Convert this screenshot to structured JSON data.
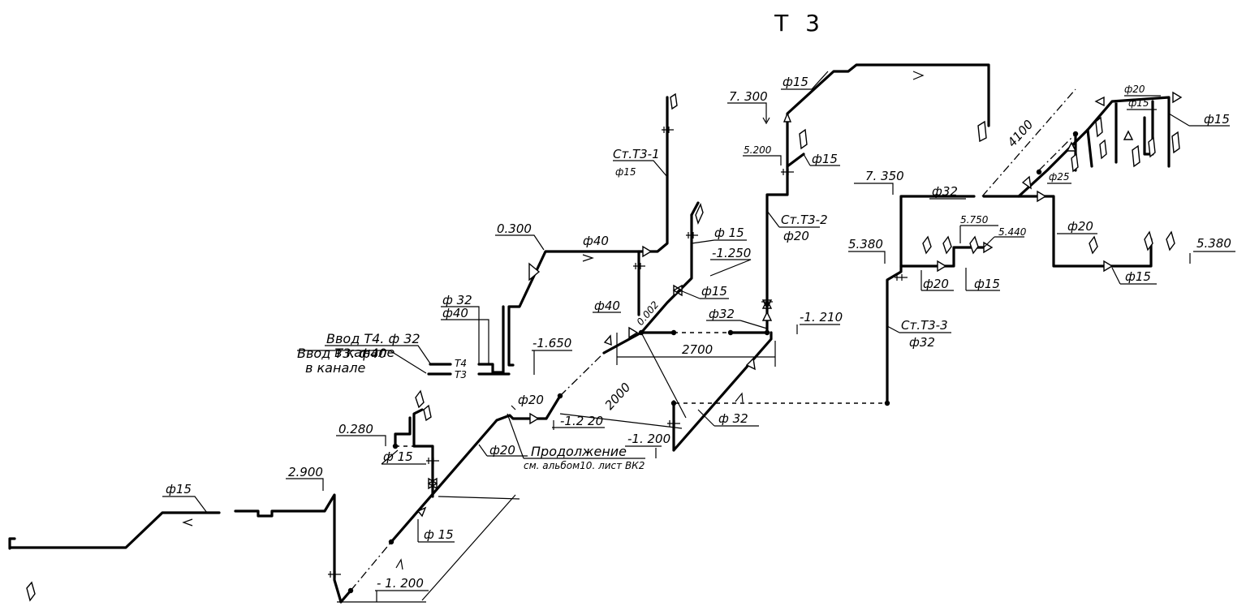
{
  "title": "Т 3",
  "labels": {
    "elev_7_300": "7. 300",
    "d15_top": "ф15",
    "elev_5_200": "5.200",
    "d15_r1": "ф15",
    "st_t3_1": "Ст.Т3-1",
    "d15_st1": "ф15",
    "st_t3_2": "Ст.Т3-2",
    "d20_st2": "ф20",
    "elev_7_350": "7. 350",
    "d32_top": "ф32",
    "dim_4100": "4100",
    "d20_ur": "ф20",
    "d15_ur": "ф15",
    "d15_far": "ф15",
    "d25_ur": "ф25",
    "d20_mid_r": "ф20",
    "elev_5_750": "5.750",
    "elev_5_440": "5.440",
    "elev_5_380_l": "5.380",
    "elev_5_380_r": "5.380",
    "d20_low_r": "ф20",
    "d15_low_r": "ф15",
    "d15_far_low": "ф15",
    "st_t3_3": "Ст.Т3-3",
    "d32_st3": "ф32",
    "elev_0_300": "0.300",
    "d40_top": "ф40",
    "d15_mid": "ф 15",
    "elev_m1_250": "-1.250",
    "d15_valve": "ф15",
    "d40_mid": "ф40",
    "slope_0_002": "0.002",
    "d32_mid": "ф32",
    "elev_m1_210": "-1. 210",
    "dim_2700": "2700",
    "vvod_t4": "Ввод Т4. ф 32",
    "v_kanale_1": "в канале",
    "vvod_t3": "Ввод Т3. ф40",
    "v_kanale_2": "в канале",
    "d32_ent": "ф 32",
    "d40_ent": "ф40",
    "t4_tag": "Т4",
    "t3_tag": "Т3",
    "elev_m1_650": "-1.650",
    "d20_mid": "ф20",
    "dim_2000": "2000",
    "elev_m1_220": "-1.2 20",
    "elev_m1_200_mid": "-1. 200",
    "d32_low": "ф 32",
    "d20_left": "ф20",
    "prodolzhenie": "Продолжение",
    "sm_albom": "см. альбом10. лист ВК2",
    "elev_0_280": "0.280",
    "d15_left_small": "ф 15",
    "elev_2_900": "2.900",
    "d15_far_left": "ф15",
    "d15_low_mid": "ф 15",
    "elev_m1_200_low": "- 1. 200"
  }
}
